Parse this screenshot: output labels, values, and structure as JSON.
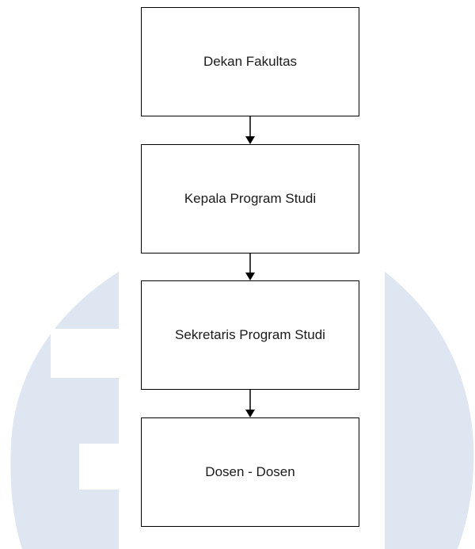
{
  "colors": {
    "watermark": "#dde6f1",
    "border": "#000000",
    "text": "#1a1a1a",
    "background": "#ffffff"
  },
  "nodes": [
    {
      "label": "Dekan Fakultas"
    },
    {
      "label": "Kepala Program Studi"
    },
    {
      "label": "Sekretaris Program Studi"
    },
    {
      "label": "Dosen - Dosen"
    }
  ],
  "edges": [
    {
      "from": 0,
      "to": 1
    },
    {
      "from": 1,
      "to": 2
    },
    {
      "from": 2,
      "to": 3
    }
  ]
}
